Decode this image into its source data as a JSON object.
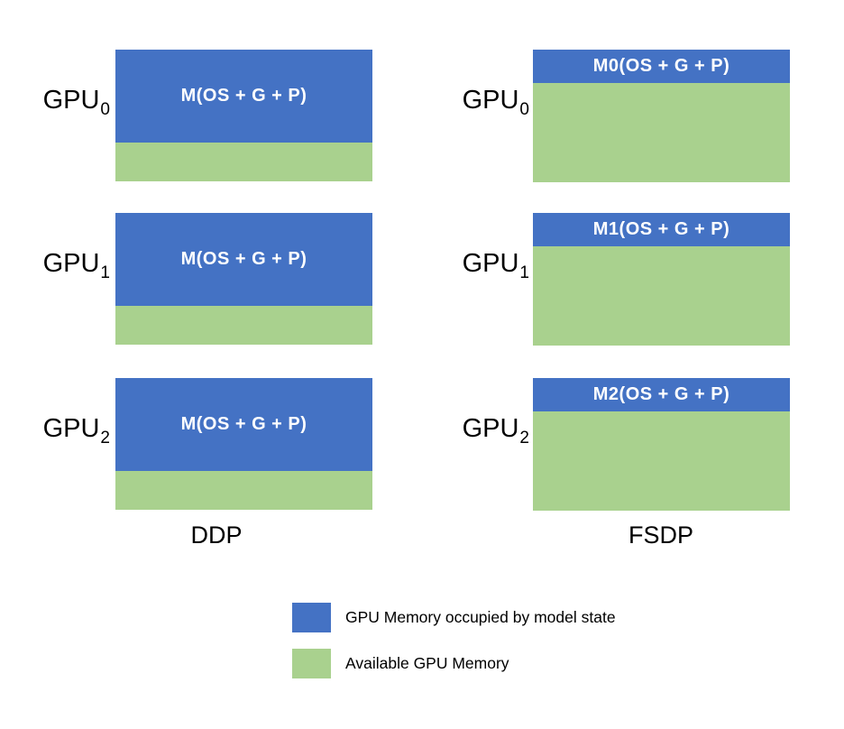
{
  "diagram": {
    "colors": {
      "model_state_blue": "#4472C4",
      "available_green": "#A9D18E"
    },
    "columns": [
      {
        "caption": "DDP",
        "gpus": [
          {
            "name": "GPU",
            "index": "0",
            "model_block": "M(OS + G + P)"
          },
          {
            "name": "GPU",
            "index": "1",
            "model_block": "M(OS + G + P)"
          },
          {
            "name": "GPU",
            "index": "2",
            "model_block": "M(OS + G + P)"
          }
        ]
      },
      {
        "caption": "FSDP",
        "gpus": [
          {
            "name": "GPU",
            "index": "0",
            "model_block": "M0(OS + G + P)"
          },
          {
            "name": "GPU",
            "index": "1",
            "model_block": "M1(OS + G + P)"
          },
          {
            "name": "GPU",
            "index": "2",
            "model_block": "M2(OS + G + P)"
          }
        ]
      }
    ],
    "legend": [
      {
        "color": "#4472C4",
        "label": "GPU Memory occupied by model state"
      },
      {
        "color": "#A9D18E",
        "label": "Available GPU Memory"
      }
    ]
  }
}
